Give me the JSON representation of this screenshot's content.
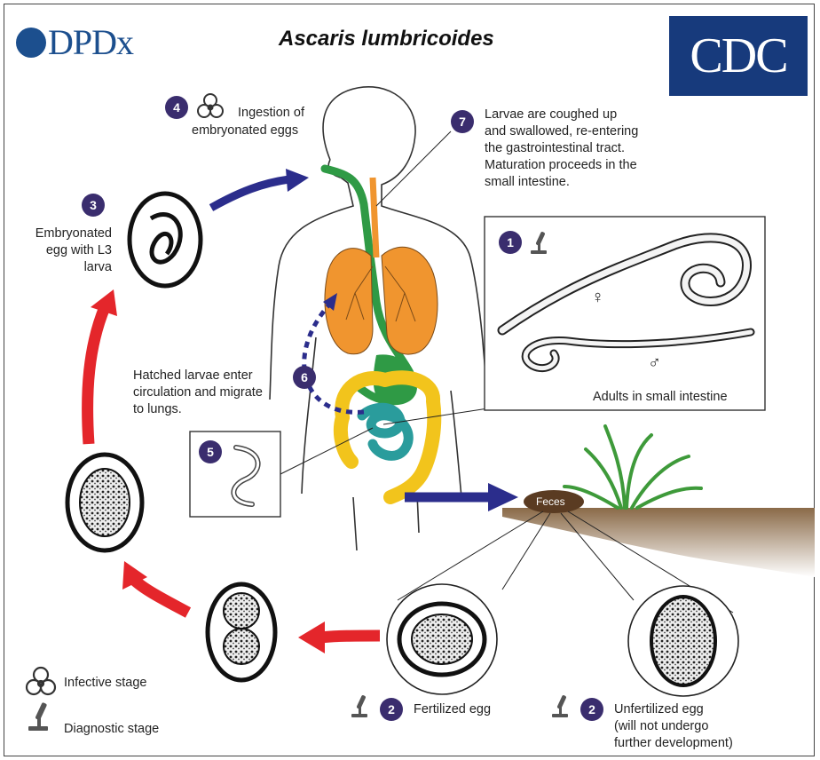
{
  "brand": {
    "logo_text": "DPDx",
    "cdc_logo": "CDC"
  },
  "title": "Ascaris lumbricoides",
  "steps": [
    {
      "num": "1",
      "lines": [
        "Adults in small intestine"
      ]
    },
    {
      "num": "2",
      "lines": [
        "Fertilized egg"
      ]
    },
    {
      "num": "2",
      "lines": [
        "Unfertilized egg",
        "(will not undergo",
        "further development)"
      ]
    },
    {
      "num": "3",
      "lines": [
        "Embryonated",
        "egg with L3",
        "larva"
      ]
    },
    {
      "num": "4",
      "lines": [
        "Ingestion of",
        "embryonated eggs"
      ]
    },
    {
      "num": "5",
      "lines": []
    },
    {
      "num": "6",
      "lines": [
        "Hatched larvae enter",
        "circulation and migrate",
        "to lungs."
      ]
    },
    {
      "num": "7",
      "lines": [
        "Larvae are coughed up",
        "and swallowed, re-entering",
        "the gastrointestinal tract.",
        "Maturation proceeds in the",
        "small intestine."
      ]
    }
  ],
  "feces_label": "Feces",
  "sex_symbols": {
    "female": "♀",
    "male": "♂"
  },
  "legend": {
    "infective": "Infective stage",
    "diagnostic": "Diagnostic stage"
  },
  "icons": {
    "infective": "biohazard-icon",
    "diagnostic": "microscope-icon"
  },
  "colors": {
    "arrow_blue": "#2b2d8c",
    "arrow_red": "#e4262b",
    "number_badge": "#3a2d6e",
    "lung": "#f0952f",
    "gi_green": "#2f9a45",
    "intestine_yellow": "#f2c41c",
    "small_intestine": "#2a9c9c",
    "cdc_blue": "#173a7c"
  }
}
